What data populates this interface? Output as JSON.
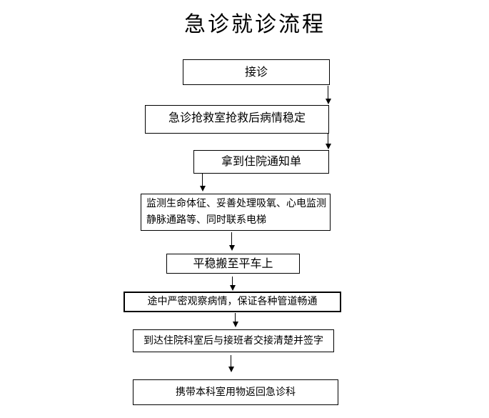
{
  "title": {
    "text": "急诊就诊流程"
  },
  "flowchart": {
    "steps": [
      {
        "label": "接诊"
      },
      {
        "label": "急诊抢救室抢救后病情稳定"
      },
      {
        "label": "拿到住院通知单"
      },
      {
        "label": "监测生命体征、妥善处理吸氧、心电监测\n静脉通路等、同时联系电梯"
      },
      {
        "label": "平稳搬至平车上"
      },
      {
        "label": "途中严密观察病情，保证各种管道畅通"
      },
      {
        "label": "到达住院科室后与接班者交接清楚并签字"
      },
      {
        "label": "携带本科室用物返回急诊科"
      }
    ]
  },
  "colors": {
    "background": "#ffffff",
    "line": "#000000",
    "text": "#000000"
  }
}
